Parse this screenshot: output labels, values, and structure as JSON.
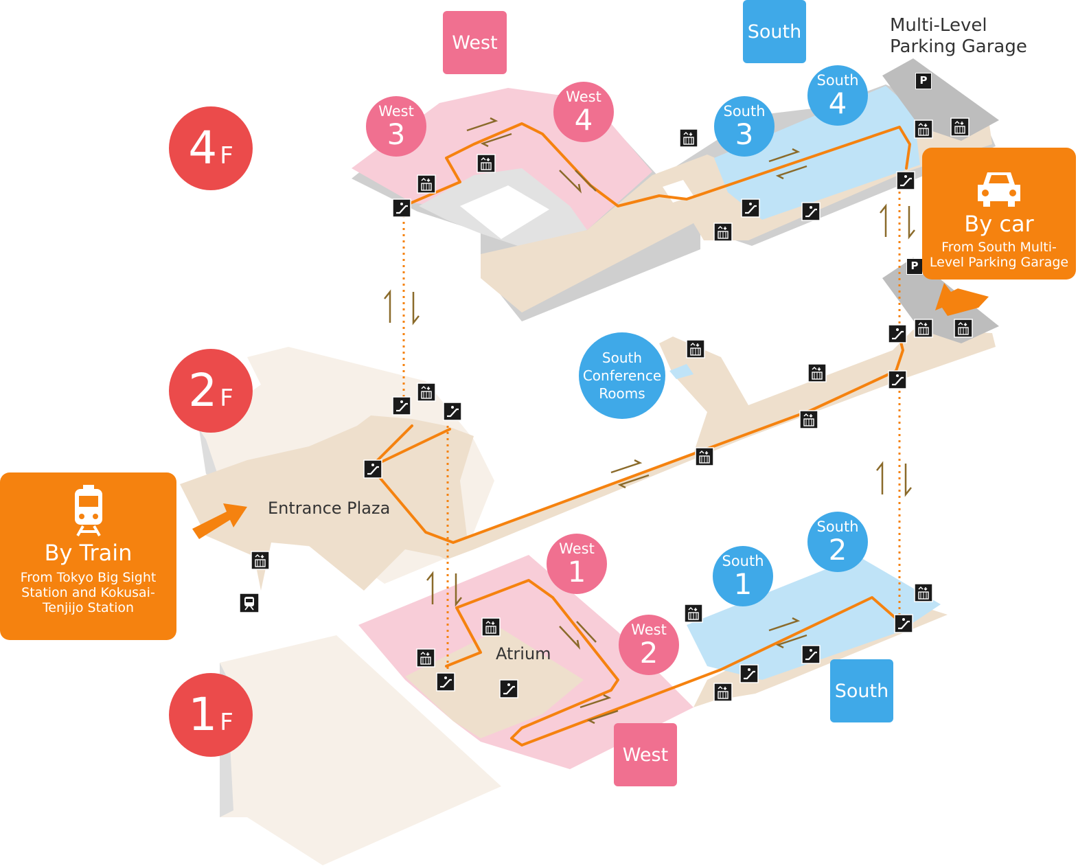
{
  "zone_tags": {
    "west_top": "West",
    "south_top": "South",
    "south_bottom": "South",
    "west_bottom": "West"
  },
  "parking_title": "Multi-Level\nParking Garage",
  "parking_badges": [
    "P",
    "P"
  ],
  "floors": [
    {
      "num": "4",
      "suffix": "F"
    },
    {
      "num": "2",
      "suffix": "F"
    },
    {
      "num": "1",
      "suffix": "F"
    }
  ],
  "halls": {
    "west3": {
      "name": "West",
      "num": "3"
    },
    "west4": {
      "name": "West",
      "num": "4"
    },
    "south3": {
      "name": "South",
      "num": "3"
    },
    "south4": {
      "name": "South",
      "num": "4"
    },
    "west1": {
      "name": "West",
      "num": "1"
    },
    "west2": {
      "name": "West",
      "num": "2"
    },
    "south1": {
      "name": "South",
      "num": "1"
    },
    "south2": {
      "name": "South",
      "num": "2"
    }
  },
  "conference": "South\nConference\nRooms",
  "places": {
    "entrance": "Entrance Plaza",
    "atrium": "Atrium"
  },
  "by_car": {
    "title": "By car",
    "sub": "From South Multi-\nLevel Parking Garage"
  },
  "by_train": {
    "title": "By Train",
    "sub": "From Tokyo Big Sight\nStation and Kokusai-\nTenjijo Station"
  },
  "icons": {
    "elevator": "elevator-icon",
    "escalator": "escalator-icon",
    "train": "train-icon",
    "car": "car-icon"
  },
  "colors": {
    "route": "#f5820f",
    "west": "#f07090",
    "south": "#3fa9e8",
    "floor": "#eb4b4b",
    "west_floor": "#f8cdd8",
    "south_floor": "#bfe3f7",
    "corridor": "#eedfcc",
    "parking": "#bdbdbd",
    "arrow": "#8a6a2a"
  }
}
